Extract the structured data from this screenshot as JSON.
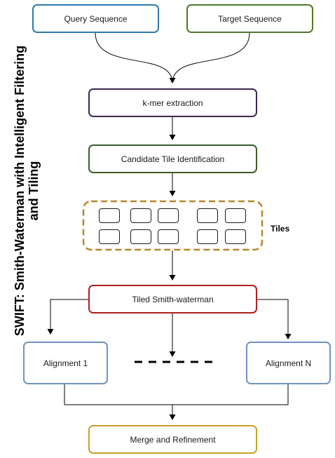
{
  "diagram": {
    "side_title": "SWIFT: Smith-Waterman with Intelligent Filtering and Tiling",
    "nodes": {
      "query_sequence": "Query Sequence",
      "target_sequence": "Target Sequence",
      "kmer_extraction": "k-mer extraction",
      "candidate_tile_identification": "Candidate Tile Identification",
      "tiles_label": "Tiles",
      "tiled_smith_waterman": "Tiled Smith-waterman",
      "alignment_1": "Alignment 1",
      "alignment_n": "Alignment N",
      "merge_and_refinement": "Merge and Refinement"
    },
    "tile_count": 10,
    "colors": {
      "query_border": "#2a7bb2",
      "target_border": "#4f7a28",
      "kmer_border": "#3b2a4f",
      "candidate_border": "#3a5e2a",
      "tiles_group_border": "#b8862b",
      "tiled_sw_border": "#b01e1e",
      "alignment_border": "#6f93c2",
      "merge_border": "#c9a12a",
      "connector": "#000000"
    }
  }
}
